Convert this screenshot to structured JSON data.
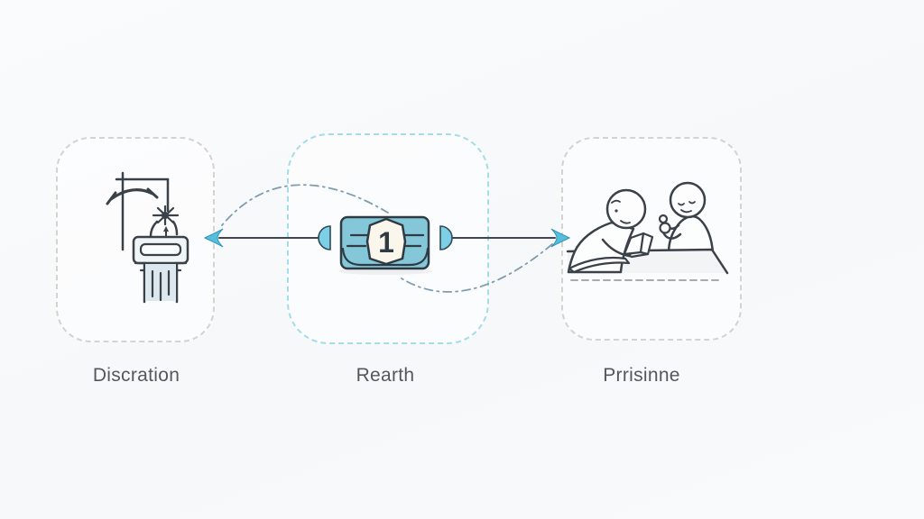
{
  "diagram": {
    "type": "process-flow",
    "stage_count": 3,
    "badge_number": "1"
  },
  "stages": [
    {
      "id": "discration",
      "label": "Discration",
      "icon": "pedestal-fountain-icon",
      "border_style": "dashed-gray"
    },
    {
      "id": "rearth",
      "label": "Rearth",
      "icon": "numbered-card-icon",
      "badge": "1",
      "border_style": "dashed-cyan"
    },
    {
      "id": "prrisinne",
      "label": "Prrisinne",
      "icon": "two-people-table-icon",
      "border_style": "dashed-gray"
    }
  ],
  "connectors": {
    "straight": [
      {
        "from": "Discration",
        "to": "Rearth",
        "style": "solid-line-cyan-arrowheads"
      },
      {
        "from": "Rearth",
        "to": "Prrisinne",
        "style": "solid-line-cyan-arrowheads"
      }
    ],
    "curved": [
      {
        "from": "Discration",
        "to": "Rearth",
        "style": "dash-dot-arc-above"
      },
      {
        "from": "Rearth",
        "to": "Prrisinne",
        "style": "dash-dot-arc-below"
      }
    ]
  },
  "colors": {
    "background": "#f7f9fb",
    "box_border_gray": "#d5d3ce",
    "box_border_cyan": "#a5dce9",
    "connector_line": "#3f464d",
    "arrow_fill": "#55bedd",
    "arc_dash": "#7391a6",
    "card_fill": "#84c7d9",
    "card_stroke": "#2f3b42",
    "badge_fill": "#faf6ec",
    "icon_stroke": "#3a4149",
    "pedestal_fill": "#dce8ee",
    "table_fill": "#f3f4f5",
    "label_text": "#54585c"
  }
}
